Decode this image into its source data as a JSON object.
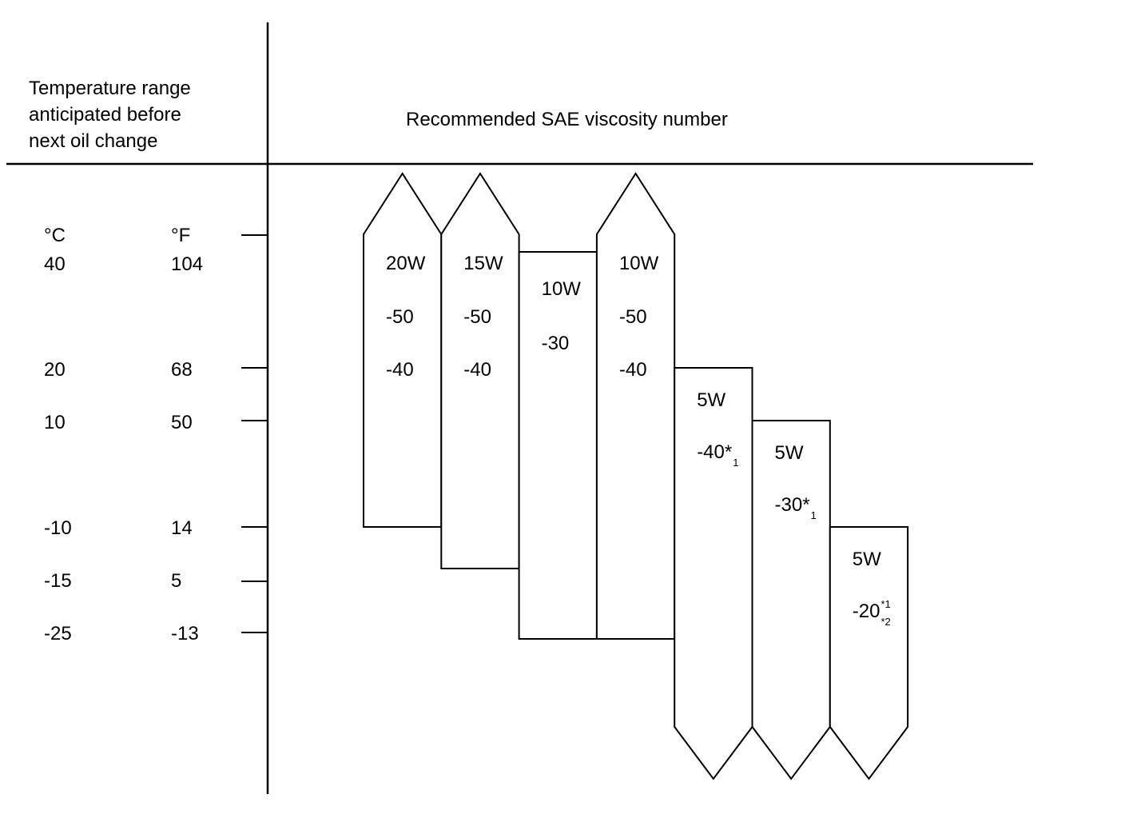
{
  "header": {
    "left_lines": [
      "Temperature range",
      "anticipated before",
      "next oil change"
    ],
    "right": "Recommended SAE viscosity number"
  },
  "units": {
    "celsius": "°C",
    "fahrenheit": "°F"
  },
  "scale": [
    {
      "c": "40",
      "f": "104",
      "temp_c": 40
    },
    {
      "c": "20",
      "f": "68",
      "temp_c": 20
    },
    {
      "c": "10",
      "f": "50",
      "temp_c": 10
    },
    {
      "c": "-10",
      "f": "14",
      "temp_c": -10
    },
    {
      "c": "-15",
      "f": "5",
      "temp_c": -15
    },
    {
      "c": "-25",
      "f": "-13",
      "temp_c": -25
    }
  ],
  "grades": [
    {
      "line1": "20W",
      "line2": "-50",
      "line3": "-40",
      "min_c": -10,
      "max_c": null,
      "open_top": true,
      "open_bottom": false
    },
    {
      "line1": "15W",
      "line2": "-50",
      "line3": "-40",
      "min_c": -15,
      "max_c": null,
      "open_top": true,
      "open_bottom": false
    },
    {
      "line1": "10W",
      "line2": "-30",
      "line3": "",
      "min_c": -25,
      "max_c": 40,
      "open_top": false,
      "open_bottom": false
    },
    {
      "line1": "10W",
      "line2": "-50",
      "line3": "-40",
      "min_c": -25,
      "max_c": null,
      "open_top": true,
      "open_bottom": false
    },
    {
      "line1": "5W",
      "line2": "-40*",
      "sub_lo": "1",
      "sub_hi": "",
      "min_c": null,
      "max_c": 20,
      "open_top": false,
      "open_bottom": true
    },
    {
      "line1": "5W",
      "line2": "-30*",
      "sub_lo": "1",
      "sub_hi": "",
      "min_c": null,
      "max_c": 10,
      "open_top": false,
      "open_bottom": true
    },
    {
      "line1": "5W",
      "line2": "-20",
      "sub_lo": "*2",
      "sub_hi": "*1",
      "min_c": null,
      "max_c": -10,
      "open_top": false,
      "open_bottom": true
    }
  ]
}
